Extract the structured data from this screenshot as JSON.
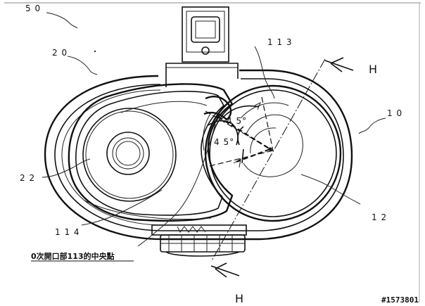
{
  "labels": {
    "ref_50": "5 0",
    "ref_20": "2 0",
    "ref_113": "1 1 3",
    "ref_10": "1 0",
    "ref_22": "2 2",
    "ref_12": "1 2",
    "ref_114": "1 1 4",
    "angle_top": "4 5°",
    "angle_bottom": "4 5°",
    "section_h_top": "H",
    "section_h_bottom": "H"
  },
  "caption": "0次開口部113的中央點",
  "watermark": "#1573801"
}
